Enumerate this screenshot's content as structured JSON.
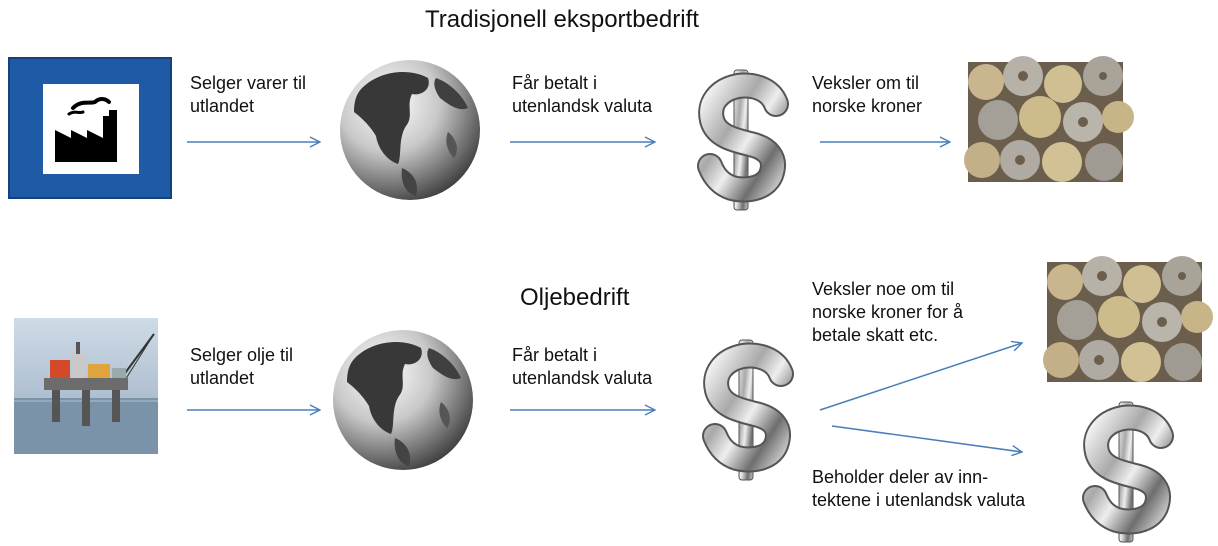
{
  "colors": {
    "arrow": "#4a7ebb",
    "sign_blue": "#1f5aa6",
    "sea": "#7b93a8",
    "sky": "#b9cde0"
  },
  "row1": {
    "title": "Tradisjonell eksportbedrift",
    "step1": "Selger varer til\nutlandet",
    "step2": "Får betalt i\nutenlandsk valuta",
    "step3": "Veksler om til\nnorske kroner",
    "icons": [
      "factory-sign-icon",
      "globe-icon",
      "dollar-icon",
      "coins-icon"
    ]
  },
  "row2": {
    "title": "Oljebedrift",
    "step1": "Selger olje til\nutlandet",
    "step2": "Får betalt i\nutenlandsk valuta",
    "step3a": "Veksler  noe om til\nnorske kroner for å\nbetale skatt etc.",
    "step3b": "Beholder deler av inn-\ntektene i utenlandsk valuta",
    "icons": [
      "oil-platform-icon",
      "globe-icon",
      "dollar-icon",
      "coins-icon",
      "dollar-icon"
    ]
  }
}
